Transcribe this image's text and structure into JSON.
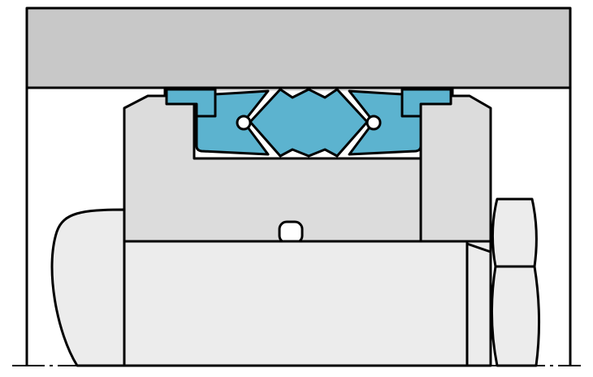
{
  "diagram": {
    "colors": {
      "housing": "#c8c8c8",
      "piston": "#dcdcdc",
      "rod": "#ececec",
      "seal": "#5cb3cf",
      "outline": "#000000"
    },
    "parts": [
      "housing-bore",
      "piston",
      "seal-ring",
      "energizer",
      "guide-rings",
      "rod",
      "nut"
    ]
  }
}
